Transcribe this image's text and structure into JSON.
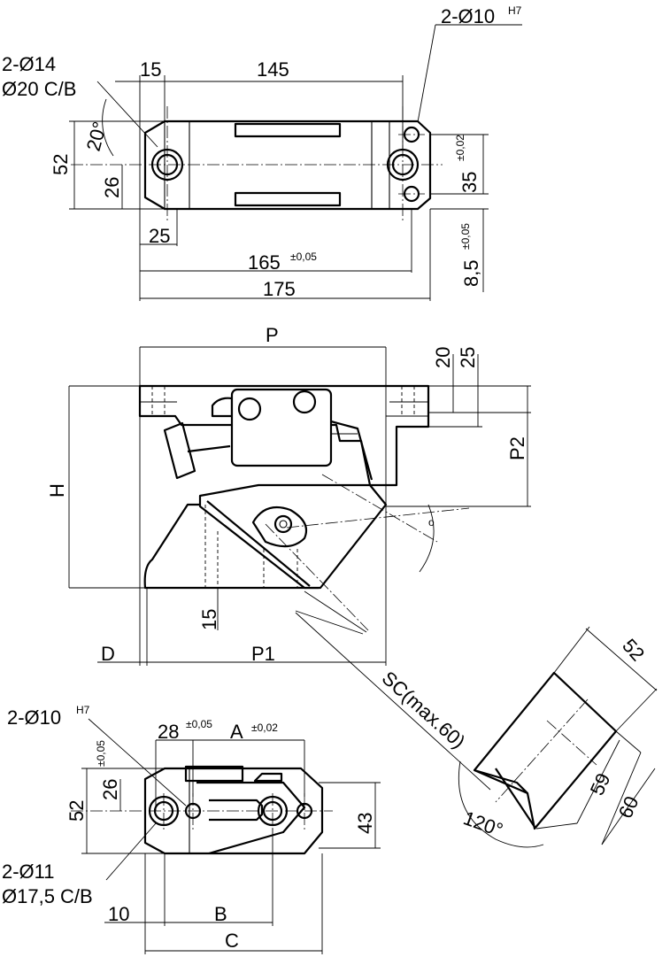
{
  "top_view": {
    "hole_left": "2-Ø14",
    "hole_left_cb": "Ø20 C/B",
    "hole_right": "2-Ø10",
    "hole_right_tol": "H7",
    "dim_15": "15",
    "dim_145": "145",
    "dim_52": "52",
    "dim_26": "26",
    "angle_20": "20°",
    "dim_35": "35",
    "dim_35_tol": "±0,02",
    "dim_25": "25",
    "dim_165": "165",
    "dim_165_tol": "±0,05",
    "dim_175": "175",
    "dim_8_5": "8,5",
    "dim_8_5_tol": "±0,05"
  },
  "front_view": {
    "label_P": "P",
    "label_H": "H",
    "label_P1": "P1",
    "label_P2": "P2",
    "label_D": "D",
    "dim_15": "15",
    "dim_20": "20",
    "dim_25": "25",
    "angle_mark": "o"
  },
  "bottom_view": {
    "hole_top": "2-Ø10",
    "hole_top_tol": "H7",
    "dim_28": "28",
    "dim_28_tol": "±0,05",
    "label_A": "A",
    "label_A_tol": "±0,02",
    "dim_52": "52",
    "dim_26": "26",
    "dim_26_tol": "±0,05",
    "dim_43": "43",
    "hole_bottom": "2-Ø11",
    "hole_bottom_cb": "Ø17,5 C/B",
    "dim_10": "10",
    "label_B": "B",
    "label_C": "C"
  },
  "detail_view": {
    "label_SC": "SC(max.60)",
    "dim_52": "52",
    "dim_59": "59",
    "dim_60": "60",
    "angle_120": "120°"
  }
}
